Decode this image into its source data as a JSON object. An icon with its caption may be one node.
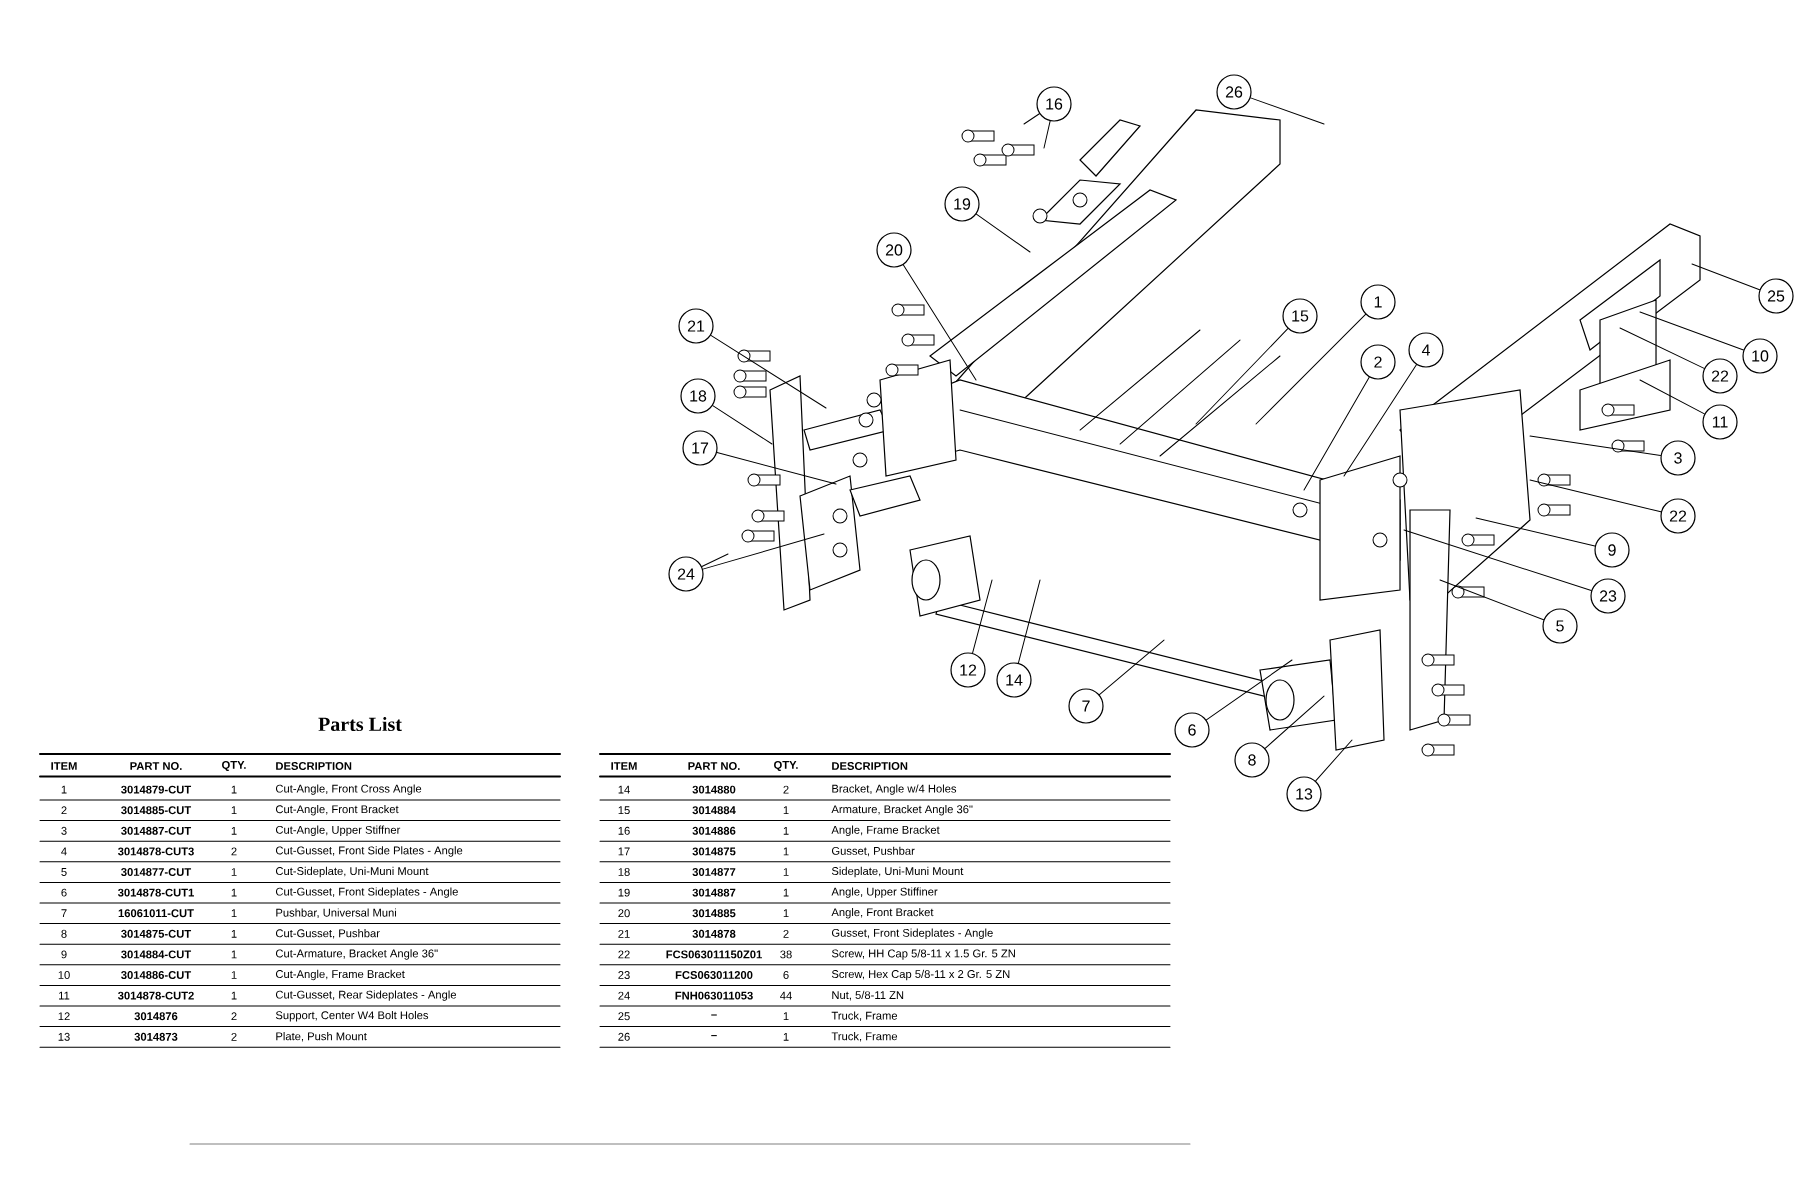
{
  "diagram": {
    "title": "Parts List",
    "nodes": [
      {
        "text": [
          "16"
        ]
      },
      {
        "text": [
          "26"
        ]
      },
      {
        "text": [
          "19"
        ]
      },
      {
        "text": [
          "20"
        ]
      },
      {
        "text": [
          "21"
        ]
      },
      {
        "text": [
          "18"
        ]
      },
      {
        "text": [
          "17"
        ]
      },
      {
        "text": [
          "24"
        ]
      },
      {
        "text": [
          "15"
        ]
      },
      {
        "text": [
          "1"
        ]
      },
      {
        "text": [
          "2"
        ]
      },
      {
        "text": [
          "4"
        ]
      },
      {
        "text": [
          "25"
        ]
      },
      {
        "text": [
          "10"
        ]
      },
      {
        "text": [
          "22"
        ]
      },
      {
        "text": [
          "11"
        ]
      },
      {
        "text": [
          "3"
        ]
      },
      {
        "text": [
          "22"
        ]
      },
      {
        "text": [
          "9"
        ]
      },
      {
        "text": [
          "23"
        ]
      },
      {
        "text": [
          "5"
        ]
      },
      {
        "text": [
          "12"
        ]
      },
      {
        "text": [
          "14"
        ]
      },
      {
        "text": [
          "7"
        ]
      },
      {
        "text": [
          "6"
        ]
      },
      {
        "text": [
          "8"
        ]
      },
      {
        "text": [
          "13"
        ]
      }
    ],
    "edges": [
      {
        "from": 0,
        "to": null,
        "arrow": "none"
      },
      {
        "from": 0,
        "to": null,
        "arrow": "none"
      },
      {
        "from": 1,
        "to": null,
        "arrow": "none"
      },
      {
        "from": 2,
        "to": null,
        "arrow": "none"
      },
      {
        "from": 3,
        "to": null,
        "arrow": "none"
      },
      {
        "from": 4,
        "to": null,
        "arrow": "none"
      },
      {
        "from": 5,
        "to": null,
        "arrow": "none"
      },
      {
        "from": 6,
        "to": null,
        "arrow": "none"
      },
      {
        "from": 7,
        "to": null,
        "arrow": "none"
      },
      {
        "from": 7,
        "to": null,
        "arrow": "none"
      },
      {
        "from": 8,
        "to": null,
        "arrow": "none"
      },
      {
        "from": 9,
        "to": null,
        "arrow": "none"
      },
      {
        "from": 10,
        "to": null,
        "arrow": "none"
      },
      {
        "from": 11,
        "to": null,
        "arrow": "none"
      },
      {
        "from": 12,
        "to": null,
        "arrow": "none"
      },
      {
        "from": 13,
        "to": null,
        "arrow": "none"
      },
      {
        "from": 14,
        "to": null,
        "arrow": "none"
      },
      {
        "from": 15,
        "to": null,
        "arrow": "none"
      },
      {
        "from": 16,
        "to": null,
        "arrow": "none"
      },
      {
        "from": 17,
        "to": null,
        "arrow": "none"
      },
      {
        "from": 18,
        "to": null,
        "arrow": "none"
      },
      {
        "from": 19,
        "to": null,
        "arrow": "none"
      },
      {
        "from": 20,
        "to": null,
        "arrow": "none"
      },
      {
        "from": 21,
        "to": null,
        "arrow": "none"
      },
      {
        "from": 22,
        "to": null,
        "arrow": "none"
      },
      {
        "from": 23,
        "to": null,
        "arrow": "none"
      },
      {
        "from": 24,
        "to": null,
        "arrow": "none"
      },
      {
        "from": 25,
        "to": null,
        "arrow": "none"
      },
      {
        "from": 26,
        "to": null,
        "arrow": "none"
      }
    ],
    "labels": [
      "ITEM",
      "PART NO.",
      "QTY.",
      "DESCRIPTION",
      "1",
      "3014879-CUT",
      "1",
      "Cut-Angle, Front Cross Angle",
      "2",
      "3014885-CUT",
      "1",
      "Cut-Angle, Front Bracket",
      "3",
      "3014887-CUT",
      "1",
      "Cut-Angle, Upper Stiffner",
      "4",
      "3014878-CUT3",
      "2",
      "Cut-Gusset, Front Side Plates - Angle",
      "5",
      "3014877-CUT",
      "1",
      "Cut-Sideplate, Uni-Muni Mount",
      "6",
      "3014878-CUT1",
      "1",
      "Cut-Gusset, Front Sideplates - Angle",
      "7",
      "16061011-CUT",
      "1",
      "Pushbar, Universal Muni",
      "8",
      "3014875-CUT",
      "1",
      "Cut-Gusset, Pushbar",
      "9",
      "3014884-CUT",
      "1",
      "Cut-Armature, Bracket Angle 36\"",
      "10",
      "3014886-CUT",
      "1",
      "Cut-Angle, Frame Bracket",
      "11",
      "3014878-CUT2",
      "1",
      "Cut-Gusset, Rear Sideplates - Angle",
      "12",
      "3014876",
      "2",
      "Support, Center W4 Bolt Holes",
      "13",
      "3014873",
      "2",
      "Plate, Push Mount",
      "ITEM",
      "PART NO.",
      "QTY.",
      "DESCRIPTION",
      "14",
      "3014880",
      "2",
      "Bracket, Angle w/4 Holes",
      "15",
      "3014884",
      "1",
      "Armature, Bracket Angle 36\"",
      "16",
      "3014886",
      "1",
      "Angle, Frame Bracket",
      "17",
      "3014875",
      "1",
      "Gusset, Pushbar",
      "18",
      "3014877",
      "1",
      "Sideplate, Uni-Muni Mount",
      "19",
      "3014887",
      "1",
      "Angle, Upper Stiffiner",
      "20",
      "3014885",
      "1",
      "Angle, Front Bracket",
      "21",
      "3014878",
      "2",
      "Gusset, Front Sideplates - Angle",
      "22",
      "FCS063011150Z01",
      "38",
      "Screw, HH Cap 5/8-11 x 1.5 Gr. 5 ZN",
      "23",
      "FCS063011200",
      "6",
      "Screw, Hex Cap 5/8-11 x 2 Gr. 5 ZN",
      "24",
      "FNH063011053",
      "44",
      "Nut, 5/8-11 ZN",
      "25",
      "–",
      "1",
      "Truck, Frame",
      "26",
      "–",
      "1",
      "Truck, Frame"
    ]
  }
}
